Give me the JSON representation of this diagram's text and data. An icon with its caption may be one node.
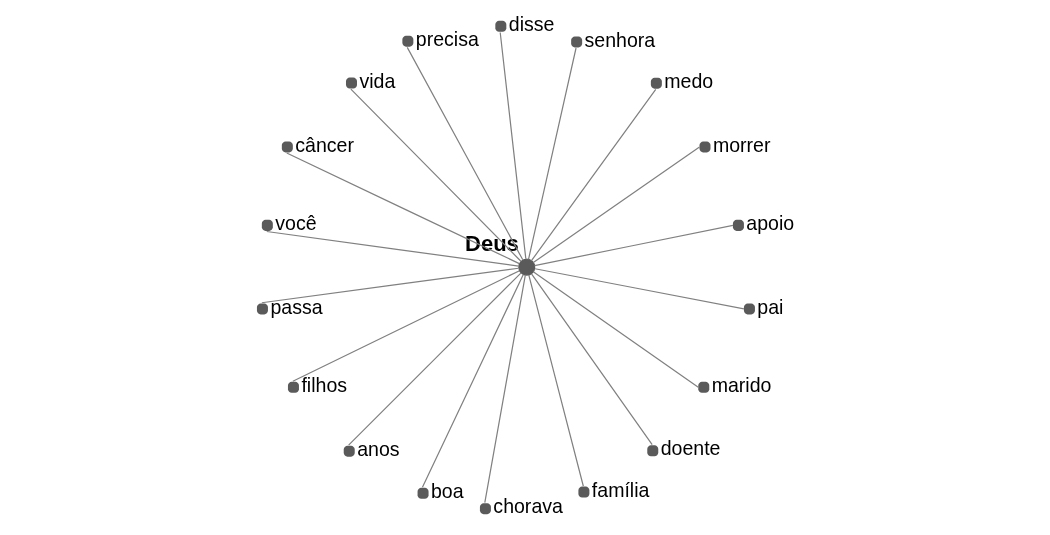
{
  "diagram": {
    "nodes": [
      {
        "text": [
          "Deus"
        ]
      },
      {
        "text": [
          "apoio"
        ]
      },
      {
        "text": [
          "morrer"
        ]
      },
      {
        "text": [
          "medo"
        ]
      },
      {
        "text": [
          "senhora"
        ]
      },
      {
        "text": [
          "disse"
        ]
      },
      {
        "text": [
          "precisa"
        ]
      },
      {
        "text": [
          "vida"
        ]
      },
      {
        "text": [
          "câncer"
        ]
      },
      {
        "text": [
          "você"
        ]
      },
      {
        "text": [
          "passa"
        ]
      },
      {
        "text": [
          "filhos"
        ]
      },
      {
        "text": [
          "anos"
        ]
      },
      {
        "text": [
          "boa"
        ]
      },
      {
        "text": [
          "chorava"
        ]
      },
      {
        "text": [
          "família"
        ]
      },
      {
        "text": [
          "doente"
        ]
      },
      {
        "text": [
          "marido"
        ]
      },
      {
        "text": [
          "pai"
        ]
      }
    ],
    "edges": [
      {
        "from": 0,
        "to": 1,
        "arrow": "none"
      },
      {
        "from": 0,
        "to": 2,
        "arrow": "none"
      },
      {
        "from": 0,
        "to": 3,
        "arrow": "none"
      },
      {
        "from": 0,
        "to": 4,
        "arrow": "none"
      },
      {
        "from": 0,
        "to": 5,
        "arrow": "none"
      },
      {
        "from": 0,
        "to": 6,
        "arrow": "none"
      },
      {
        "from": 0,
        "to": 7,
        "arrow": "none"
      },
      {
        "from": 0,
        "to": 8,
        "arrow": "none"
      },
      {
        "from": 0,
        "to": 9,
        "arrow": "none"
      },
      {
        "from": 0,
        "to": 10,
        "arrow": "none"
      },
      {
        "from": 0,
        "to": 11,
        "arrow": "none"
      },
      {
        "from": 0,
        "to": 12,
        "arrow": "none"
      },
      {
        "from": 0,
        "to": 13,
        "arrow": "none"
      },
      {
        "from": 0,
        "to": 14,
        "arrow": "none"
      },
      {
        "from": 0,
        "to": 15,
        "arrow": "none"
      },
      {
        "from": 0,
        "to": 16,
        "arrow": "none"
      },
      {
        "from": 0,
        "to": 17,
        "arrow": "none"
      },
      {
        "from": 0,
        "to": 18,
        "arrow": "none"
      }
    ]
  }
}
